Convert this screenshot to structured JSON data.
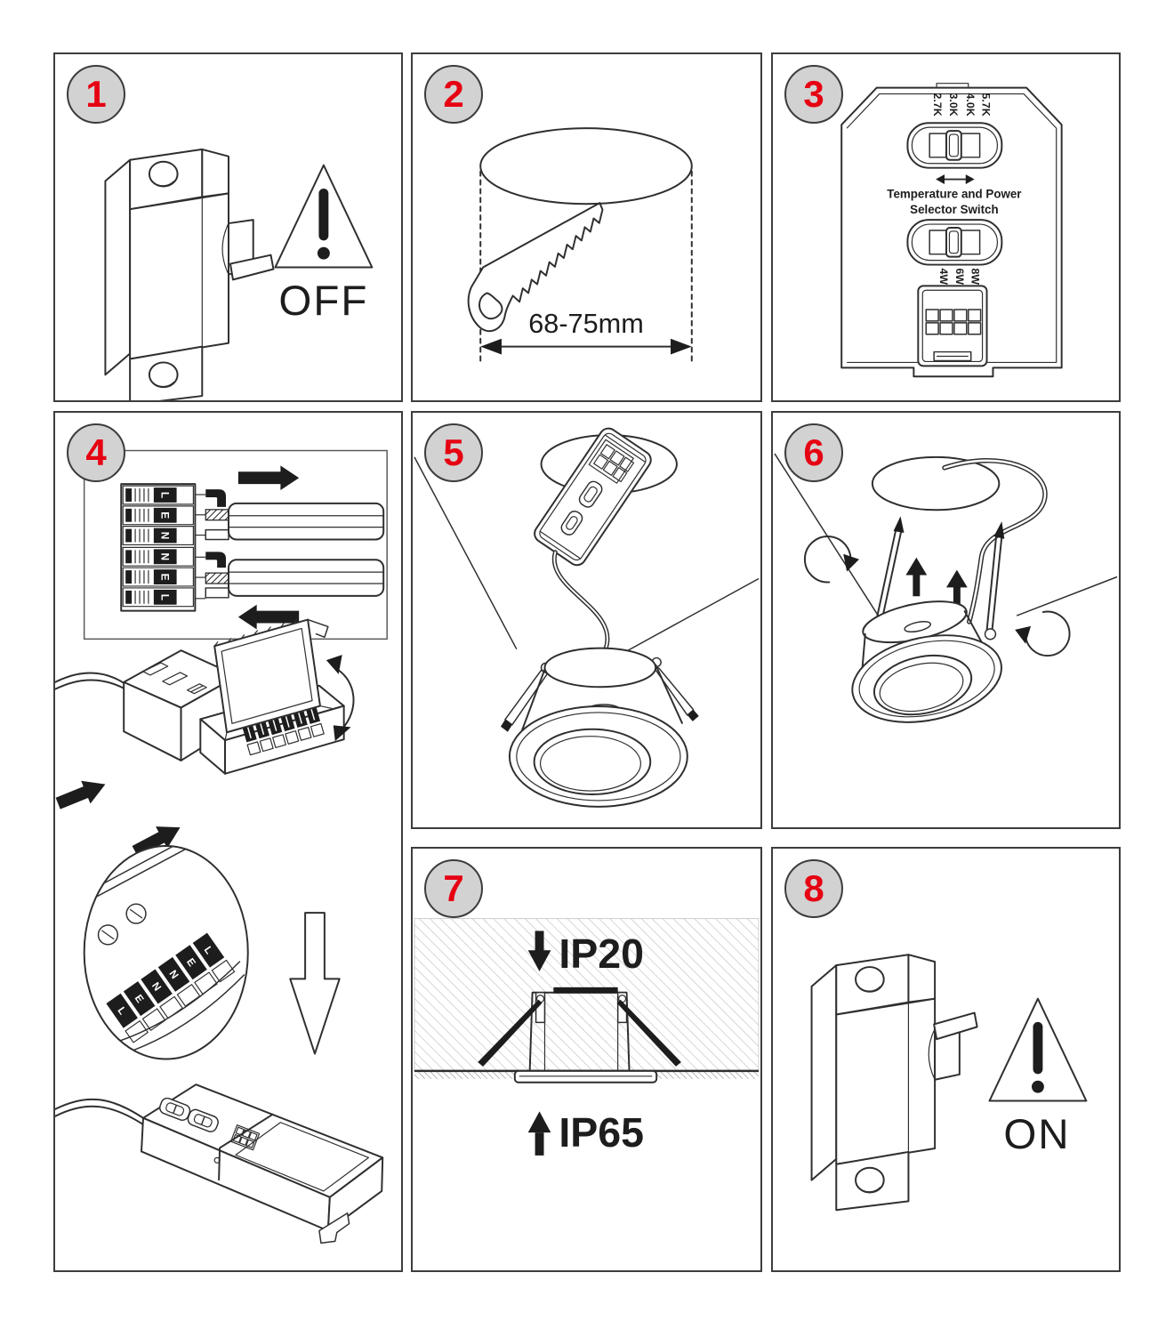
{
  "colors": {
    "accent": "#e60012",
    "badge_fill": "#d2d2d2",
    "line": "#2f2f2f"
  },
  "panels": {
    "p1": {
      "number": "1",
      "breaker_state": "OFF"
    },
    "p2": {
      "number": "2",
      "cutout_diameter": "68-75mm"
    },
    "p3": {
      "number": "3",
      "temperature_options": [
        "2.7K",
        "3.0K",
        "4.0K",
        "5.7K"
      ],
      "power_options": [
        "4W",
        "6W",
        "8W"
      ],
      "caption_line1": "Temperature and Power",
      "caption_line2": "Selector Switch"
    },
    "p4": {
      "number": "4",
      "terminals": [
        "L",
        "E",
        "N",
        "N",
        "E",
        "L"
      ]
    },
    "p5": {
      "number": "5"
    },
    "p6": {
      "number": "6"
    },
    "p7": {
      "number": "7",
      "rating_above_ceiling": "IP20",
      "rating_below_ceiling": "IP65"
    },
    "p8": {
      "number": "8",
      "breaker_state": "ON"
    }
  }
}
